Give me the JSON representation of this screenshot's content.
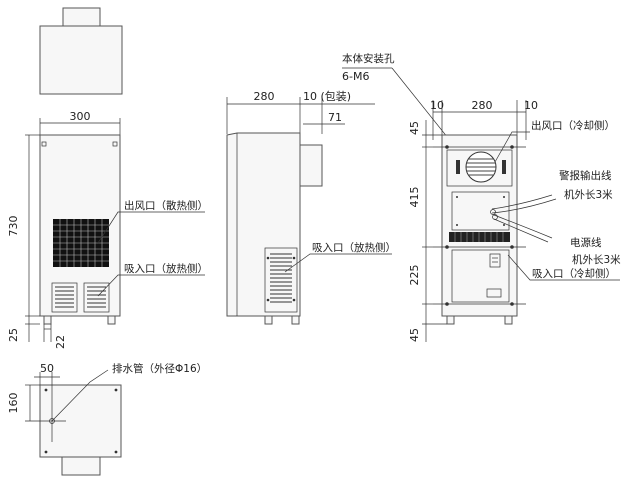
{
  "top_view": {
    "label_300": "300"
  },
  "front_view": {
    "dim_730": "730",
    "dim_25": "25",
    "dim_22": "22",
    "label_outlet": "出风口（散热侧）",
    "label_inlet": "吸入口（放热侧）"
  },
  "side_view": {
    "dim_280": "280",
    "dim_10_pack": "10 (包装)",
    "dim_71": "71",
    "label_inlet": "吸入口（放热侧）"
  },
  "back_view": {
    "mount_hole": "本体安装孔",
    "mount_spec": "6-M6",
    "dim_10_left": "10",
    "dim_280": "280",
    "dim_10_right": "10",
    "dim_45_top": "45",
    "dim_415": "415",
    "dim_225": "225",
    "dim_45_bottom": "45",
    "label_outlet_cool": "出风口（冷却侧）",
    "label_alarm": "警报输出线",
    "label_alarm_len": "机外长3米",
    "label_power": "电源线",
    "label_power_len": "机外长3米",
    "label_inlet_cool": "吸入口（冷却侧）"
  },
  "bottom_view": {
    "dim_50": "50",
    "dim_160": "160",
    "label_drain": "排水管（外径Φ16）"
  }
}
